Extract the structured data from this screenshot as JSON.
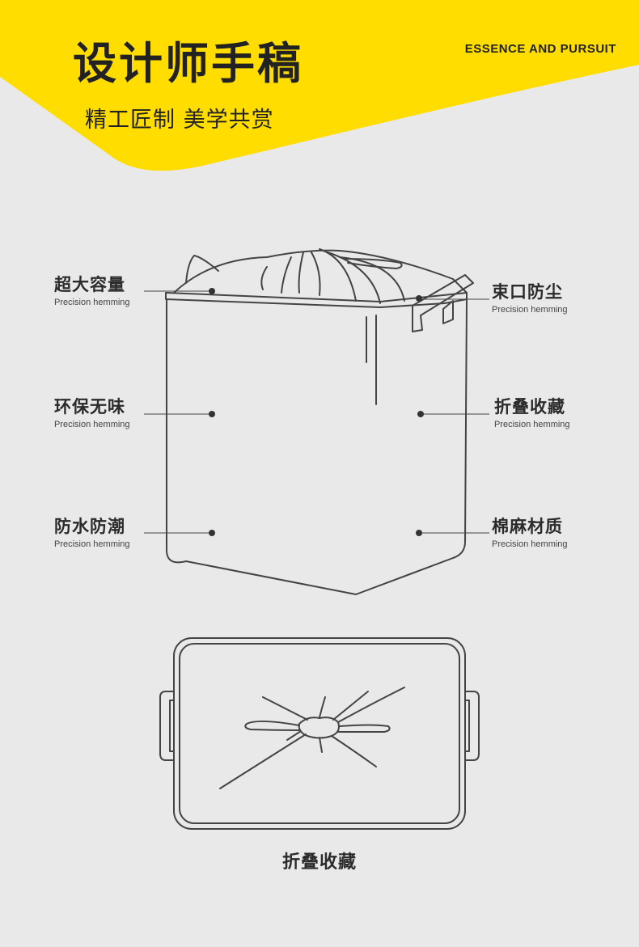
{
  "header": {
    "title": "设计师手稿",
    "subtitle": "精工匠制 美学共赏",
    "tagline": "ESSENCE AND PURSUIT",
    "accent_color": "#ffdd00"
  },
  "features": {
    "left": [
      {
        "title": "超大容量",
        "subtitle": "Precision hemming"
      },
      {
        "title": "环保无味",
        "subtitle": "Precision hemming"
      },
      {
        "title": "防水防潮",
        "subtitle": "Precision hemming"
      }
    ],
    "right": [
      {
        "title": "束口防尘",
        "subtitle": "Precision hemming"
      },
      {
        "title": "折叠收藏",
        "subtitle": "Precision hemming"
      },
      {
        "title": "棉麻材质",
        "subtitle": "Precision hemming"
      }
    ]
  },
  "folded": {
    "caption": "折叠收藏"
  }
}
